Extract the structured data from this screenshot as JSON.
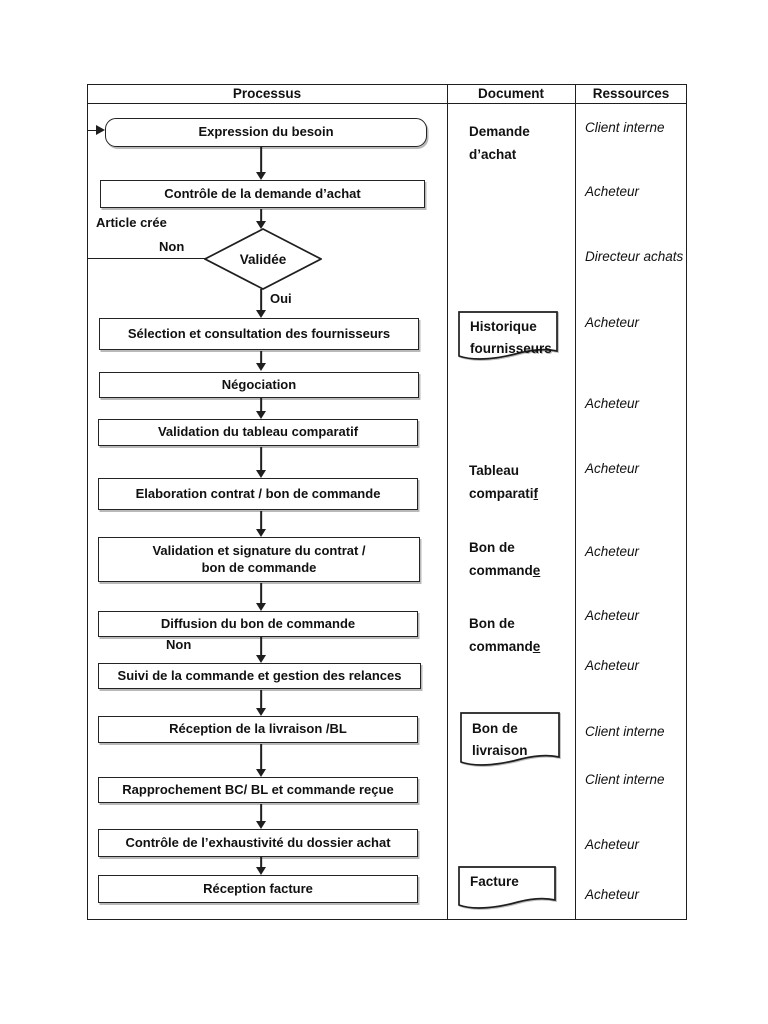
{
  "headers": {
    "processus": "Processus",
    "document": "Document",
    "ressources": "Ressources"
  },
  "flow": {
    "steps": [
      "Expression du besoin",
      "Contrôle de la demande d’achat",
      "Sélection et consultation des fournisseurs",
      "Négociation",
      "Validation du tableau comparatif",
      "Elaboration contrat / bon de commande",
      "Validation et signature du contrat / bon de commande",
      "Diffusion du bon de commande",
      "Suivi de la commande et gestion des relances",
      "Réception de la livraison /BL",
      "Rapprochement BC/ BL et commande reçue",
      "Contrôle de l’exhaustivité du dossier achat",
      "Réception facture"
    ],
    "decision": {
      "label": "Validée"
    },
    "labels": {
      "article": "Article crée",
      "non_top": "Non",
      "oui": "Oui",
      "non_bottom": "Non"
    }
  },
  "documents": {
    "demande": {
      "line1": "Demande",
      "line2": "d’achat"
    },
    "tableau": {
      "line1": "Tableau",
      "line2": "comparati",
      "underline": "f"
    },
    "bon1": {
      "line1": "Bon de",
      "line2": "command",
      "underline": "e"
    },
    "bon2": {
      "line1": "Bon de",
      "line2": "command",
      "underline": "e"
    },
    "historique": {
      "line1": "Historique",
      "line2": "fournisseurs"
    },
    "livraison": {
      "line1": "Bon de",
      "line2": "livraison"
    },
    "facture": {
      "line1": "Facture"
    }
  },
  "resources": [
    "Client interne",
    "Acheteur",
    "Directeur achats",
    "Acheteur",
    "Acheteur",
    "Acheteur",
    "Acheteur",
    "Acheteur",
    "Acheteur",
    "Client interne",
    "Client interne",
    "Acheteur",
    "Acheteur"
  ],
  "colors": {
    "line": "#1f1f1f",
    "text": "#111111",
    "shadow": "#b9b9b9",
    "background": "#ffffff"
  }
}
